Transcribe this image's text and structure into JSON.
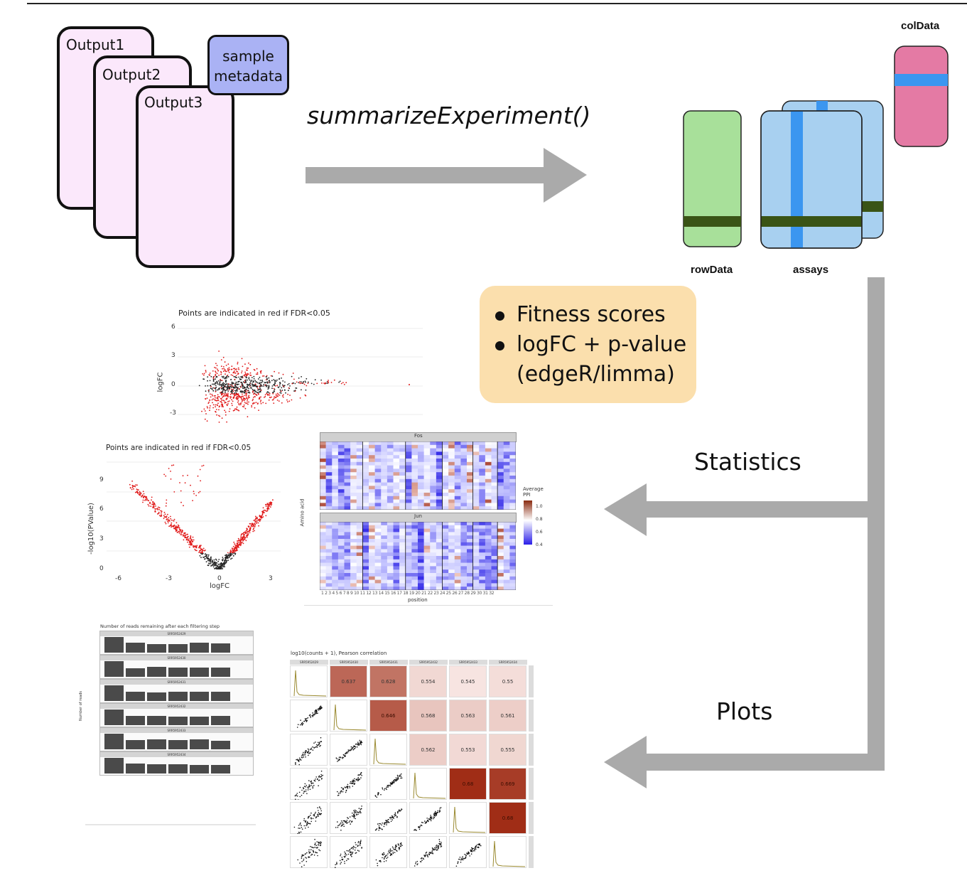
{
  "inputs": {
    "outputs": [
      "Output1",
      "Output2",
      "Output3"
    ],
    "metadata_lines": [
      "sample",
      "metadata"
    ]
  },
  "function_label": "summarizeExperiment()",
  "summarized_experiment": {
    "coldata_label": "colData",
    "rowdata_label": "rowData",
    "assays_label": "assays",
    "colors": {
      "rowdata": "#a8e09a",
      "assays": "#a8d0f0",
      "assay_band": "#3b96f0",
      "coldata": "#e47aa4",
      "coldata_band": "#3b96f0",
      "row_band": "#3a5416"
    }
  },
  "statistics_box": {
    "items": [
      "Fitness scores",
      "logFC + p-value",
      "(edgeR/limma)"
    ]
  },
  "branch_labels": {
    "statistics": "Statistics",
    "plots": "Plots"
  },
  "plots": {
    "ma_plot": {
      "title": "Points are indicated in red if FDR<0.05",
      "ylabel": "logFC",
      "yticks": [
        "6",
        "3",
        "0",
        "-3"
      ]
    },
    "volcano_plot": {
      "title": "Points are indicated in red if FDR<0.05",
      "ylabel": "-log10(PValue)",
      "xlabel": "logFC",
      "yticks": [
        "9",
        "6",
        "3",
        "0"
      ],
      "xticks": [
        "-6",
        "-3",
        "0",
        "3"
      ]
    },
    "heatmap": {
      "panel_titles": [
        "Fos",
        "Jun"
      ],
      "ylabel": "Amino acid",
      "xlabel": "position",
      "legend_title": "Average PPI",
      "legend_ticks": [
        "1.0",
        "0.8",
        "0.6",
        "0.4"
      ]
    },
    "filter_plot": {
      "title": "Number of reads remaining after each filtering step",
      "ylabel": "Number of reads",
      "samples": [
        "SRR5952429",
        "SRR5952430",
        "SRR5952431",
        "SRR5952432",
        "SRR5952433",
        "SRR5952434"
      ]
    },
    "correlation_plot": {
      "title": "log10(counts + 1), Pearson correlation",
      "samples": [
        "SRR5952429",
        "SRR5952430",
        "SRR5952431",
        "SRR5952432",
        "SRR5952433",
        "SRR5952434"
      ],
      "correlations": [
        [
          null,
          null,
          "0.637",
          "0.628",
          "0.554",
          "0.545",
          "0.55"
        ],
        [
          null,
          null,
          null,
          "0.646",
          "0.568",
          "0.563",
          "0.561"
        ],
        [
          null,
          null,
          null,
          null,
          "0.562",
          "0.553",
          "0.555"
        ],
        [
          null,
          null,
          null,
          null,
          null,
          "0.68",
          "0.669"
        ],
        [
          null,
          null,
          null,
          null,
          null,
          null,
          "0.68"
        ]
      ]
    }
  }
}
